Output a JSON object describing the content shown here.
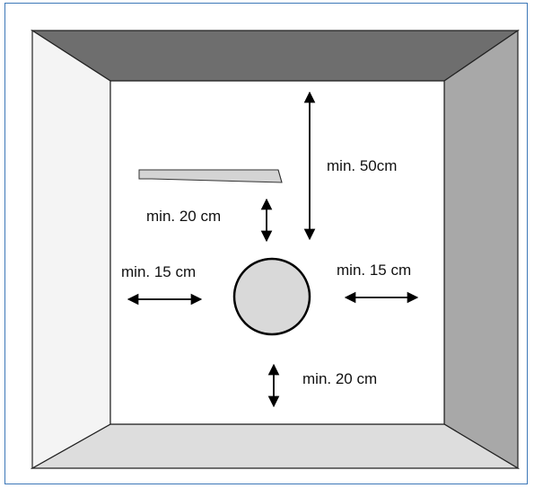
{
  "labels": {
    "top_gap": "min. 50cm",
    "shelf_gap": "min. 20 cm",
    "left_gap": "min. 15 cm",
    "right_gap": "min. 15 cm",
    "bottom_gap": "min. 20 cm"
  },
  "colors": {
    "frame_border": "#3d78b8",
    "ceiling": "#6e6e6e",
    "right_wall": "#a8a8a8",
    "floor": "#dddddd",
    "left_wall": "#f4f4f4",
    "back_wall": "#ffffff",
    "fixture": "#d9d9d9",
    "shelf": "#d4d4d4"
  }
}
